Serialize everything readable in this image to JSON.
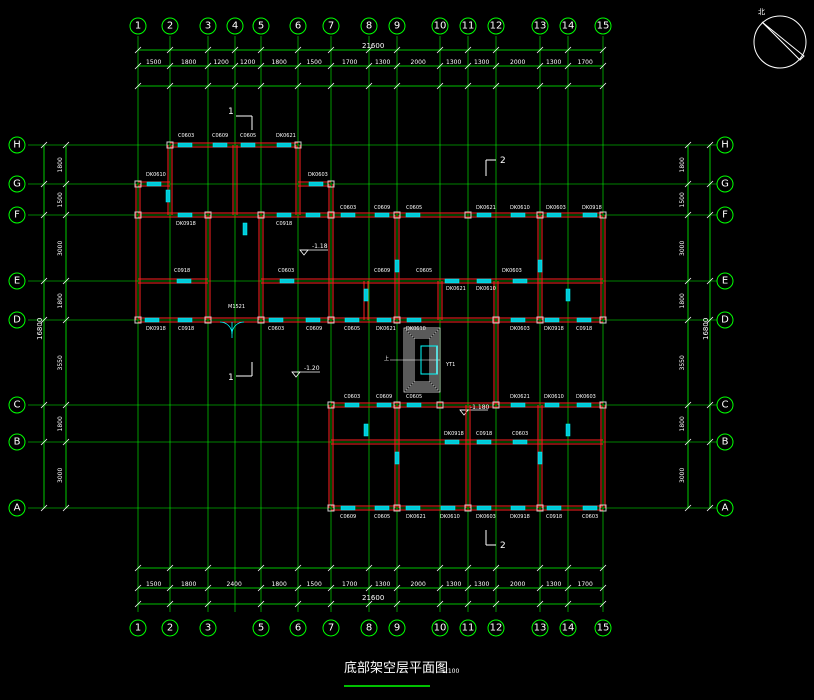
{
  "drawing": {
    "title": "底部架空层平面图",
    "scale": "1:100",
    "north_label": "北"
  },
  "axes": {
    "top_numbers": [
      "1",
      "2",
      "3",
      "4",
      "5",
      "6",
      "7",
      "8",
      "9",
      "10",
      "11",
      "12",
      "13",
      "14",
      "15"
    ],
    "bottom_numbers": [
      "1",
      "2",
      "3",
      "5",
      "6",
      "7",
      "8",
      "9",
      "10",
      "11",
      "12",
      "13",
      "14",
      "15"
    ],
    "letters": [
      "H",
      "G",
      "F",
      "E",
      "D",
      "C",
      "B",
      "A"
    ]
  },
  "dimensions": {
    "top_overall": "21600",
    "bottom_overall": "21600",
    "top_bays": [
      "1500",
      "1800",
      "1200",
      "1200",
      "1800",
      "1500",
      "1700",
      "1300",
      "2000",
      "1300",
      "1300",
      "2000",
      "1300",
      "1700"
    ],
    "bottom_bays": [
      "1500",
      "1800",
      "2400",
      "1800",
      "1500",
      "1700",
      "1300",
      "2000",
      "1300",
      "1300",
      "2000",
      "1300",
      "1700"
    ],
    "left_overall": "16800",
    "right_overall": "16800",
    "left_vert": [
      "1800",
      "1500",
      "3000",
      "1800",
      "3550",
      "1800",
      "3000"
    ],
    "right_vert": [
      "1800",
      "1500",
      "3000",
      "1800",
      "3550",
      "1800",
      "3000"
    ]
  },
  "annotations": {
    "elev1": "-1.18",
    "elev2": "-1.20",
    "elev3": "-1.180",
    "section1": "1",
    "section2": "2",
    "door_label": "M1521",
    "stair_up": "上",
    "stair_label": "YT1"
  },
  "window_tags": [
    "C0603",
    "C0609",
    "C0605",
    "DK0621",
    "DK0610",
    "DK0603",
    "DK0918",
    "C0918"
  ]
}
